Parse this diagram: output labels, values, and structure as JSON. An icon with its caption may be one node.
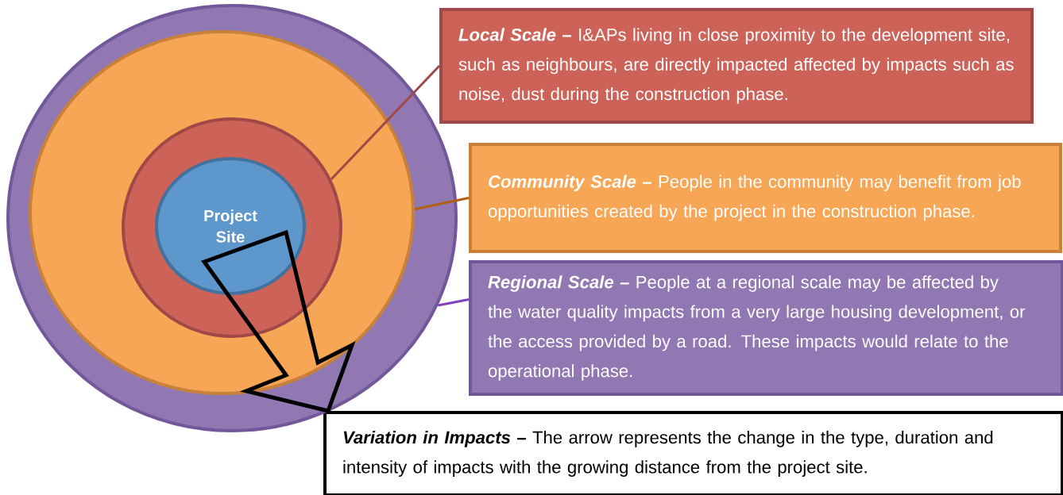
{
  "diagram": {
    "nodes": [
      {
        "text": [],
        "shape": "circle"
      },
      {
        "text": [],
        "shape": "circle",
        "in": 0
      },
      {
        "text": [],
        "shape": "circle",
        "in": 1
      },
      {
        "text": [
          "Project Site"
        ],
        "in": 2
      },
      {
        "text": [
          "Local Scale –",
          "I&APs living in close proximity to the development site, such as neighbours, are directly impacted affected by impacts such as noise, dust during the construction phase."
        ]
      },
      {
        "text": [
          "Community Scale –",
          "People in the community may benefit from job opportunities created by the project in the construction phase."
        ]
      },
      {
        "text": [
          "Regional Scale –",
          "People at a regional scale may be affected by the water quality impacts from a very large housing development, or the access provided by a road.   These impacts would relate to the operational phase."
        ]
      },
      {
        "text": [
          "Variation in Impacts –",
          "The arrow represents the change in the type, duration and intensity of impacts with the growing distance from the project site."
        ]
      }
    ],
    "edges": [
      {
        "from": 4,
        "to": 2,
        "arrow": "none",
        "color": "#a04848"
      },
      {
        "from": 5,
        "to": 1,
        "arrow": "none",
        "color": "#b06010"
      },
      {
        "from": 6,
        "to": 0,
        "arrow": "none",
        "color": "#8040c0"
      },
      {
        "from": 3,
        "to": 7,
        "arrow": "to",
        "style": "thick"
      }
    ]
  }
}
